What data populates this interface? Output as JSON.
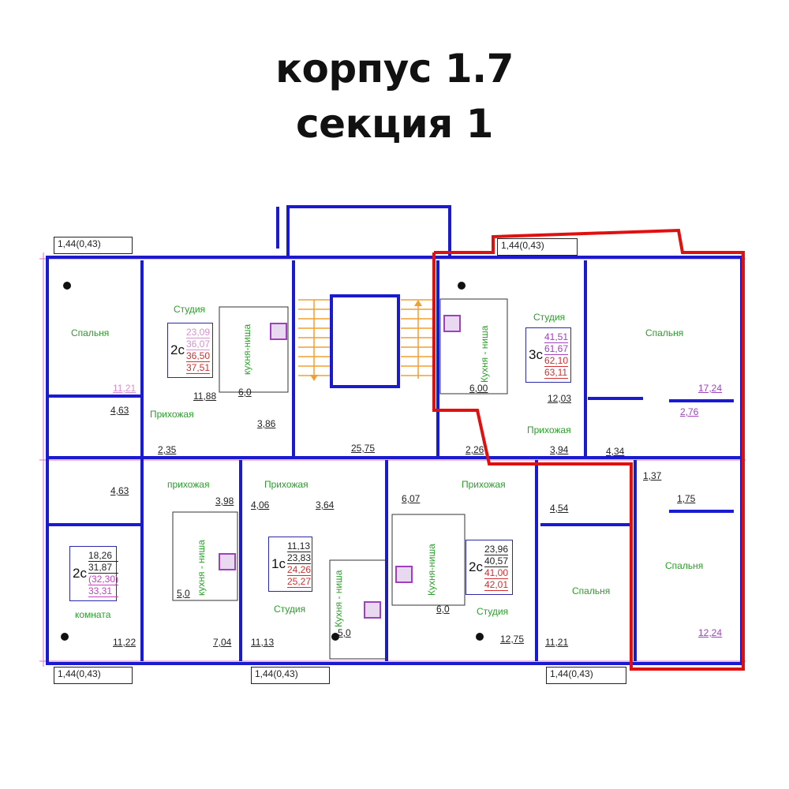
{
  "title": {
    "line1": "корпус 1.7",
    "line2": "секция 1"
  },
  "colors": {
    "wall": "#1a1ad0",
    "highlight": "#e01010",
    "room_label": "#2aa02a",
    "stairs": "#f0a030",
    "plumbing": "#30b8e0",
    "vent": "#a040c0"
  },
  "balconies": [
    {
      "label": "1,44(0,43)",
      "position": "top-left"
    },
    {
      "label": "1,44(0,43)",
      "position": "top-right"
    },
    {
      "label": "1,44(0,43)",
      "position": "bottom-left"
    },
    {
      "label": "1,44(0,43)",
      "position": "bottom-center"
    },
    {
      "label": "1,44(0,43)",
      "position": "bottom-right"
    }
  ],
  "apartments": [
    {
      "id": "top-left-2c",
      "code": "2с",
      "values": [
        "23,09",
        "36,07",
        "36,50",
        "37,51"
      ],
      "rooms": [
        {
          "name": "Спальня",
          "area": "11,21"
        },
        {
          "name": "Студия",
          "area": "11,88"
        },
        {
          "name": "кухня-ниша",
          "area": "6,0"
        },
        {
          "name": "Прихожая",
          "area": "3,86"
        },
        {
          "name": "bathroom",
          "area": "4,63"
        },
        {
          "name": "corridor",
          "area": "2,35"
        }
      ]
    },
    {
      "id": "top-right-3c",
      "code": "3с",
      "highlighted": true,
      "values": [
        "41,51",
        "61,67",
        "62,10",
        "63,11"
      ],
      "rooms": [
        {
          "name": "Студия",
          "area": "12,03"
        },
        {
          "name": "Кухня - ниша",
          "area": "6,00"
        },
        {
          "name": "Спальня",
          "area": "17,24"
        },
        {
          "name": "Прихожая",
          "area": "3,94"
        },
        {
          "name": "corridor",
          "area": "2,26"
        },
        {
          "name": "hall",
          "area": "4,34"
        },
        {
          "name": "bathroom",
          "area": "2,76"
        },
        {
          "name": "corridor2",
          "area": "1,37"
        },
        {
          "name": "wc",
          "area": "1,75"
        },
        {
          "name": "Спальня",
          "area": "12,24"
        }
      ]
    },
    {
      "id": "bottom-left-2c",
      "code": "2с",
      "values": [
        "18,26",
        "31,87",
        "(32,30)",
        "33,31"
      ],
      "rooms": [
        {
          "name": "комната",
          "area": "11,22"
        },
        {
          "name": "bathroom",
          "area": "4,63"
        },
        {
          "name": "прихожая",
          "area": "3,98"
        },
        {
          "name": "кухня - ниша",
          "area": "5,0"
        },
        {
          "name": "studio",
          "area": "7,04"
        }
      ]
    },
    {
      "id": "bottom-center-1c",
      "code": "1с",
      "values": [
        "11,13",
        "23,83",
        "24,26",
        "25,27"
      ],
      "rooms": [
        {
          "name": "Прихожая",
          "area": "4,06"
        },
        {
          "name": "bathroom",
          "area": "3,64"
        },
        {
          "name": "Студия",
          "area": "11,13"
        },
        {
          "name": "Кухня - ниша",
          "area": "5,0"
        }
      ]
    },
    {
      "id": "bottom-right-2c",
      "code": "2с",
      "values": [
        "23,96",
        "40,57",
        "41,00",
        "42,01"
      ],
      "rooms": [
        {
          "name": "Прихожая",
          "area": "6,07"
        },
        {
          "name": "Кухня-ниша",
          "area": "6,0"
        },
        {
          "name": "Студия",
          "area": "12,75"
        },
        {
          "name": "bathroom",
          "area": "4,54"
        },
        {
          "name": "Спальня",
          "area": "11,21"
        }
      ]
    }
  ],
  "common": {
    "stair_hall_area": "25,75"
  },
  "labels": {
    "spalnya": "Спальня",
    "studiya": "Студия",
    "prihozhaya": "Прихожая",
    "prihozhaya_lc": "прихожая",
    "komnata": "комната",
    "kuhnya_nisha": "кухня-ниша",
    "kuhnya_nisha_sp": "кухня - ниша",
    "Kuhnya_nisha_sp": "Кухня - ниша",
    "Kuhnya_nisha": "Кухня-ниша"
  }
}
